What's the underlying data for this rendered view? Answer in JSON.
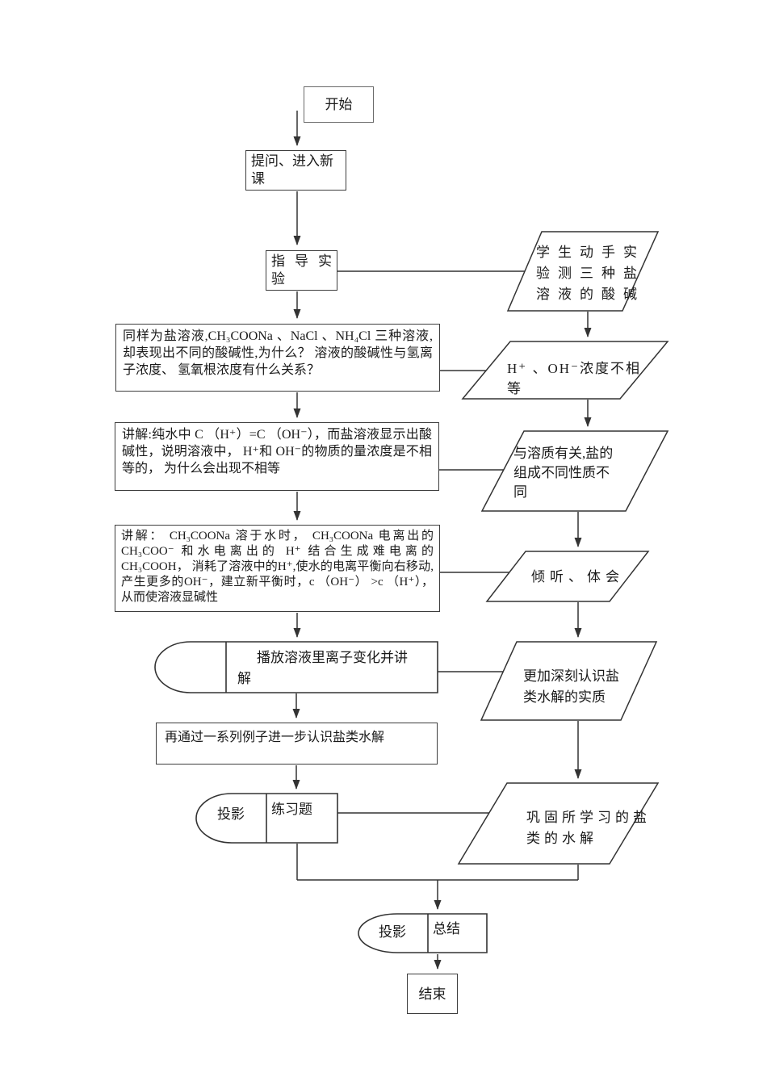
{
  "colors": {
    "background": "#ffffff",
    "line": "#333333",
    "box_border": "#3d3d3d",
    "text": "#1a1a1a"
  },
  "nodes": {
    "start": "开始",
    "intro": "提问、进入新课",
    "guide": "指 导 实 验",
    "question": "同样为盐溶液,CH₃COONa 、NaCl 、NH₄Cl 三种溶液,却表现出不同的酸碱性,为什么？ 溶液的酸碱性与氢离子浓度、 氢氧根浓度有什么关系？",
    "explain1": "讲解:纯水中 C （H⁺）=C （OH⁻），而盐溶液显示出酸碱性，说明溶液中， H⁺和 OH⁻的物质的量浓度是不相等的， 为什么会出现不相等",
    "explain2": "讲解： CH₃COONa 溶于水时， CH₃COONa 电离出的 CH₃COO⁻ 和水电离出的 H⁺ 结合生成难电离的 CH₃COOH， 消耗了溶液中的H⁺,使水的电离平衡向右移动,产生更多的OH⁻，建立新平衡时，c （OH⁻） >c （H⁺）， 从而使溶液显碱性",
    "play": "播放溶液里离子变化并讲解",
    "examples": "再通过一系列例子进一步认识盐类水解",
    "projection1": {
      "label": "投影",
      "content": "练习题"
    },
    "projection2": {
      "label": "投影",
      "content": "总结"
    },
    "end": "结束"
  },
  "feedback": {
    "experiment": "学生动手实验测三种盐溶液的酸碱",
    "concentration": "H⁺ 、OH⁻浓度不相等",
    "solute": "与溶质有关,盐的组成不同性质不同",
    "listen": "倾听、体会",
    "essence": "更加深刻认识盐类水解的实质",
    "consolidate": "巩固所学习的盐类的水解"
  }
}
